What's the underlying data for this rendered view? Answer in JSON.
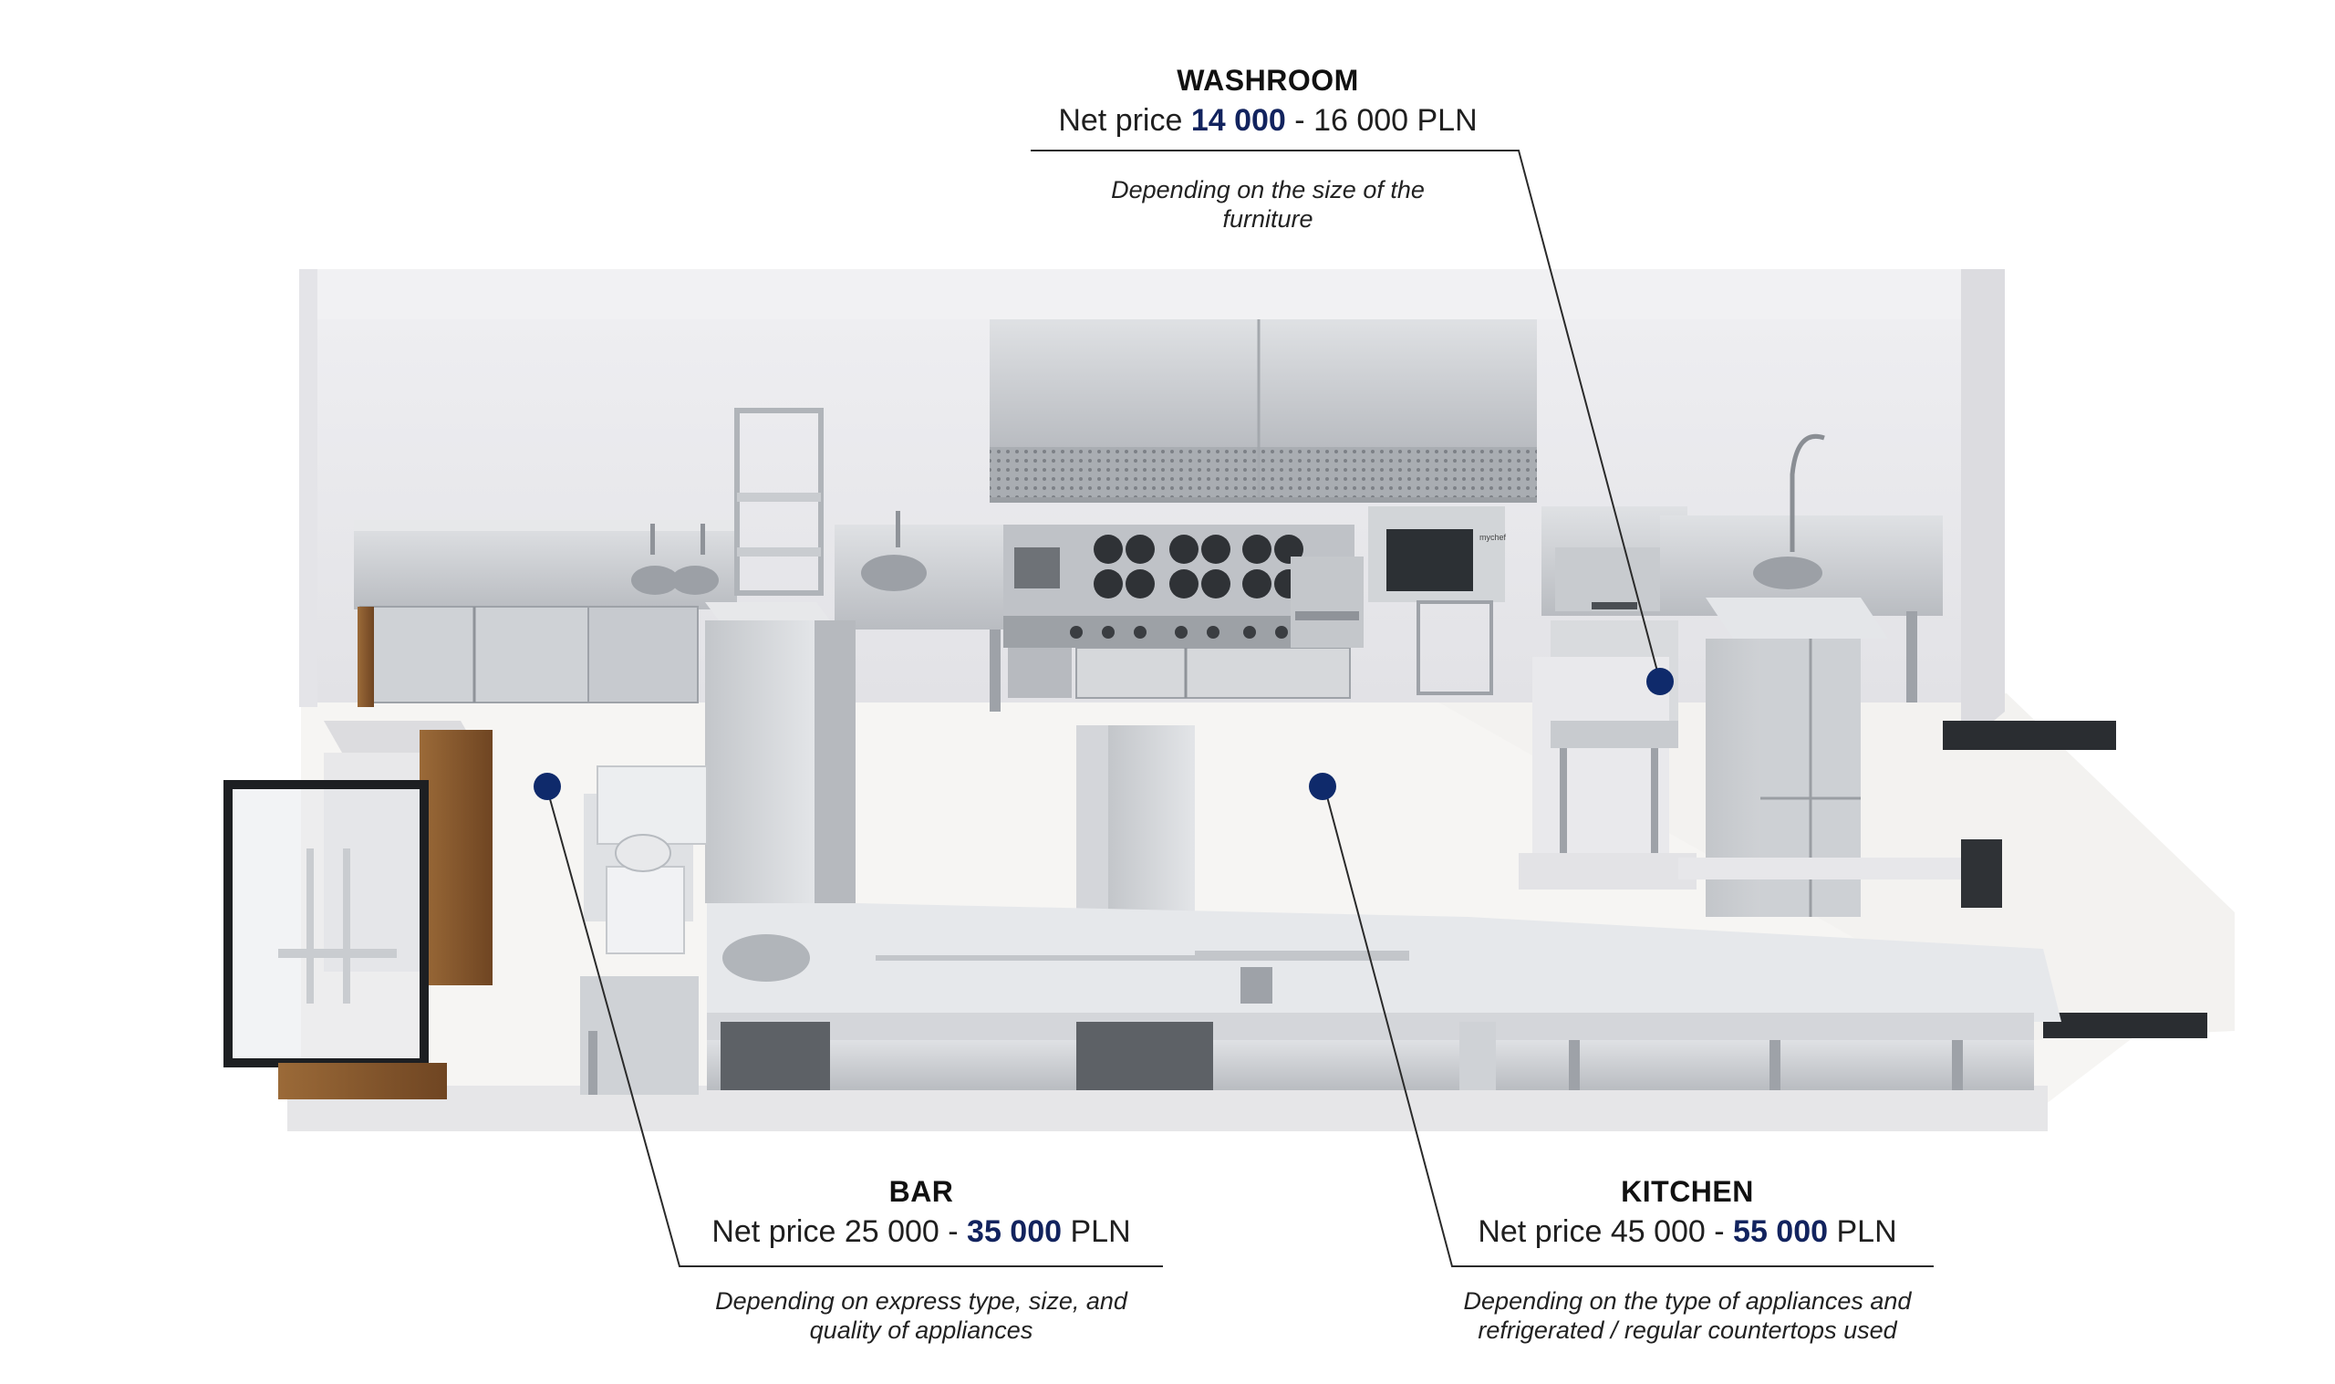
{
  "labels": {
    "washroom": {
      "title": "WASHROOM",
      "price_prefix": "Net price ",
      "price_low": "14 000",
      "price_sep": " - ",
      "price_high": "16 000 PLN",
      "note_line1": "Depending on the size of the",
      "note_line2": "furniture"
    },
    "bar": {
      "title": "BAR",
      "price_prefix": "Net price 25 000 - ",
      "price_high": "35 000",
      "price_suffix": " PLN",
      "note_line1": "Depending on express type, size, and",
      "note_line2": "quality of appliances"
    },
    "kitchen": {
      "title": "KITCHEN",
      "price_prefix": "Net price 45 000 - ",
      "price_high": "55 000",
      "price_suffix": " PLN",
      "note_line1": "Depending on the type of appliances and",
      "note_line2": "refrigerated / regular countertops used"
    }
  },
  "oven_brand": "mychef",
  "colors": {
    "accent": "#12235e",
    "marker": "#0f2a6b",
    "steel": "#c9ccd0",
    "wall": "#e9e9ec",
    "floor": "#f5f4f2",
    "wood": "#8a5a2e"
  }
}
